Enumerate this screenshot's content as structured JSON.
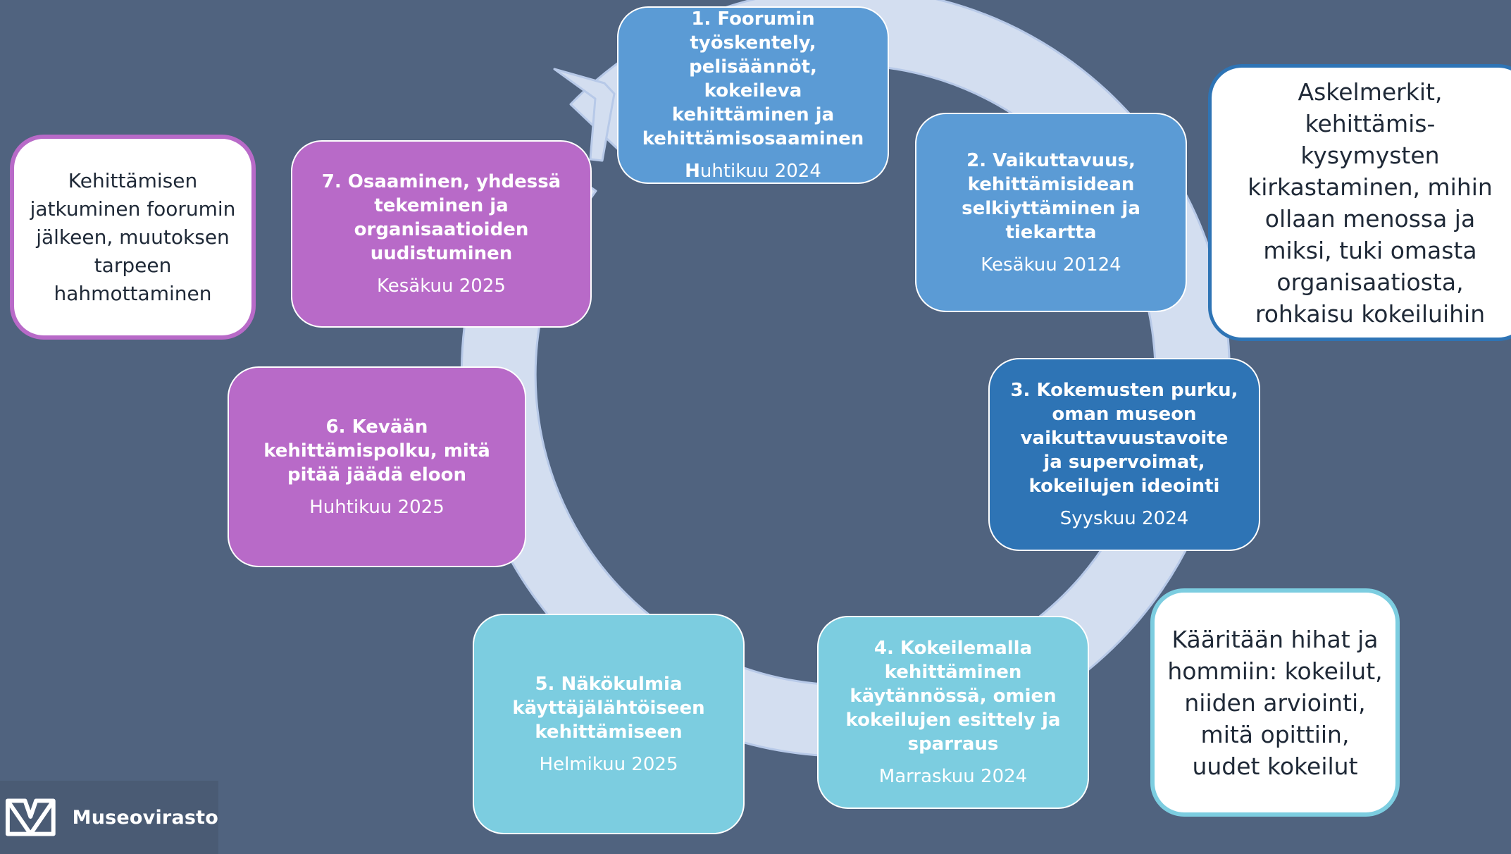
{
  "stages": [
    {
      "title": "1. Foorumin työskentely, pelisäännöt, kokeileva kehittäminen ja kehittämisosaaminen",
      "date_initial": "H",
      "date_rest": "uhtikuu 2024"
    },
    {
      "title": "2. Vaikuttavuus, kehittämisidean selkiyttäminen ja tiekartta",
      "date": "Kesäkuu 20124"
    },
    {
      "title": "3. Kokemusten purku, oman museon vaikuttavuustavoite ja supervoimat, kokeilujen ideointi",
      "date": "Syyskuu 2024"
    },
    {
      "title": "4. Kokeilemalla kehittäminen käytännössä, omien kokeilujen esittely ja sparraus",
      "date": "Marraskuu 2024"
    },
    {
      "title": "5.  Näkökulmia käyttäjälähtöiseen kehittämiseen",
      "date": "Helmikuu 2025"
    },
    {
      "title": "6. Kevään kehittämispolku, mitä pitää jäädä eloon",
      "date": "Huhtikuu 2025"
    },
    {
      "title": "7. Osaaminen, yhdessä tekeminen ja organisaatioiden uudistuminen",
      "date": "Kesäkuu 2025"
    }
  ],
  "notes": {
    "left": [
      "Kehittämisen",
      "jatkuminen foorumin",
      "jälkeen, muutoksen",
      "tarpeen",
      "hahmottaminen"
    ],
    "right_top": [
      "Askelmerkit,",
      "kehittämis-",
      "kysymysten",
      "kirkastaminen, mihin",
      "ollaan menossa ja",
      "miksi, tuki omasta",
      "organisaatiosta,",
      "rohkaisu kokeiluihin"
    ],
    "right_bottom": [
      "Kääritään hihat ja",
      "hommiin: kokeilut,",
      "niiden arviointi,",
      "mitä opittiin,",
      "uudet kokeilut"
    ]
  },
  "logo": {
    "text": "Museovirasto",
    "icon": "museovirasto-logo-icon"
  },
  "colors": {
    "background": "#50637f",
    "arrow": "#d3def0",
    "stage_blue_light": "#5b9bd5",
    "stage_blue_dark": "#2e74b5",
    "stage_cyan": "#7ccde0",
    "stage_purple": "#b86ac8"
  }
}
